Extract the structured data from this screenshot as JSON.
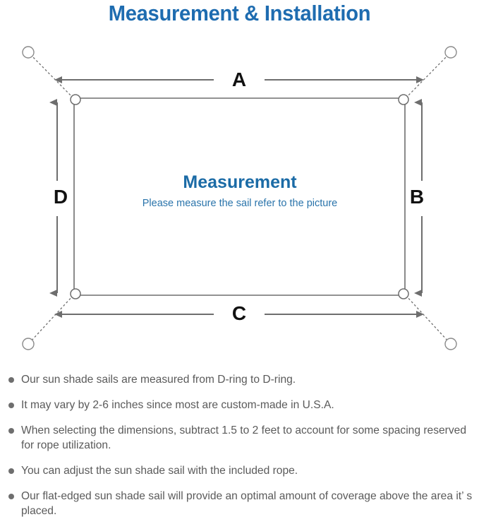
{
  "title": "Measurement & Installation",
  "diagram": {
    "center_heading": "Measurement",
    "center_subtext": "Please measure the sail refer to the picture",
    "dimensions": {
      "top": "A",
      "right": "B",
      "bottom": "C",
      "left": "D"
    },
    "icon_names": {
      "anchor_point": "anchor-circle-icon",
      "d_ring": "d-ring-icon",
      "rope": "dotted-rope-line-icon",
      "arrow": "dimension-arrow-icon"
    },
    "colors": {
      "title_blue": "#1e6cb0",
      "sail_heading_blue": "#1b6ba6",
      "sail_sub_blue": "#2a74ab",
      "line_gray": "#6e6e6e",
      "letter_black": "#111111",
      "body_gray": "#5a5a5a"
    }
  },
  "notes": [
    "Our sun shade sails are measured from D-ring to D-ring.",
    "It may vary by 2-6 inches since most are custom-made in U.S.A.",
    "When selecting the dimensions, subtract 1.5 to 2 feet to account for some spacing reserved for rope utilization.",
    "You can adjust the sun shade sail with the included rope.",
    "Our flat-edged sun shade sail will provide an optimal amount of coverage above the area it’ s placed."
  ]
}
